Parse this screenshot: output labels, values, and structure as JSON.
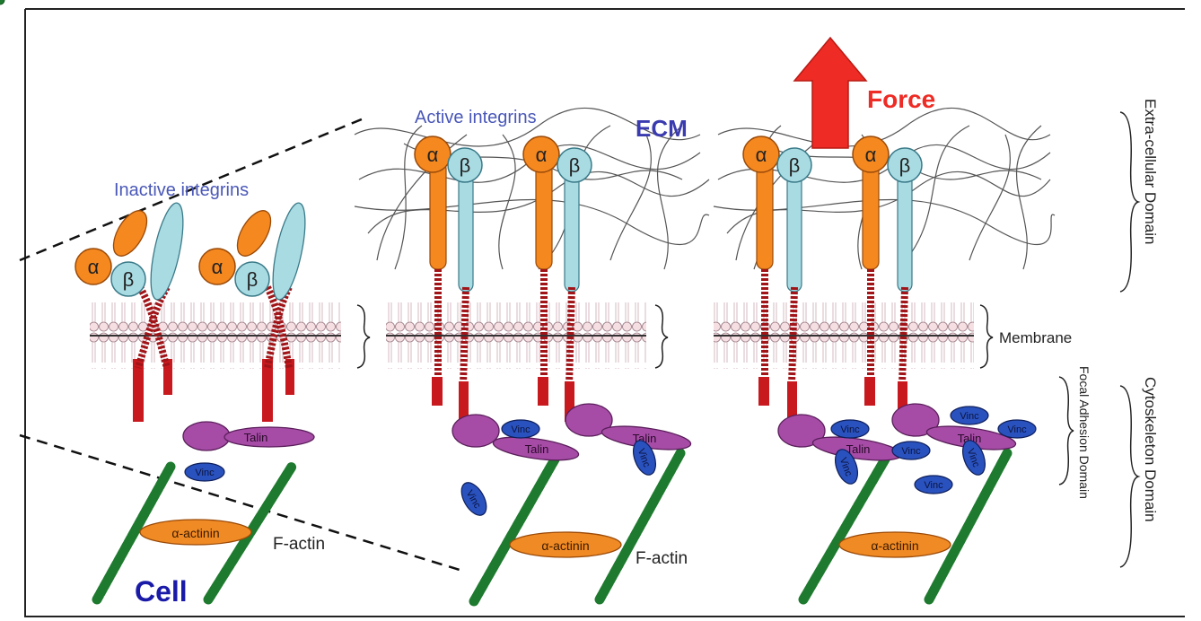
{
  "labels": {
    "inactive_integrins": "Inactive integrins",
    "active_integrins": "Active integrins",
    "ecm": "ECM",
    "force": "Force",
    "membrane": "Membrane",
    "extracellular_domain": "Extra-cellular Domain",
    "cytoskeleton_domain": "Cytoskeleton Domain",
    "focal_adhesion_domain": "Focal Adhesion Domain",
    "cell": "Cell",
    "alpha": "α",
    "beta": "β",
    "talin": "Talin",
    "vinc": "Vinc",
    "alpha_actinin": "α-actinin",
    "f_actin": "F-actin"
  },
  "colors": {
    "alpha_subunit": "#f5881f",
    "beta_subunit": "#a9dbe3",
    "transmembrane": "#c8191e",
    "talin": "#a64ca6",
    "vinculin": "#2a52be",
    "actin": "#1e7a2e",
    "alpha_actinin": "#f08a24",
    "force_arrow": "#ee2b24",
    "label_blue": "#3b3bb0",
    "cell_blue": "#1a1aa8",
    "membrane_lipid": "#f6dfe3"
  }
}
